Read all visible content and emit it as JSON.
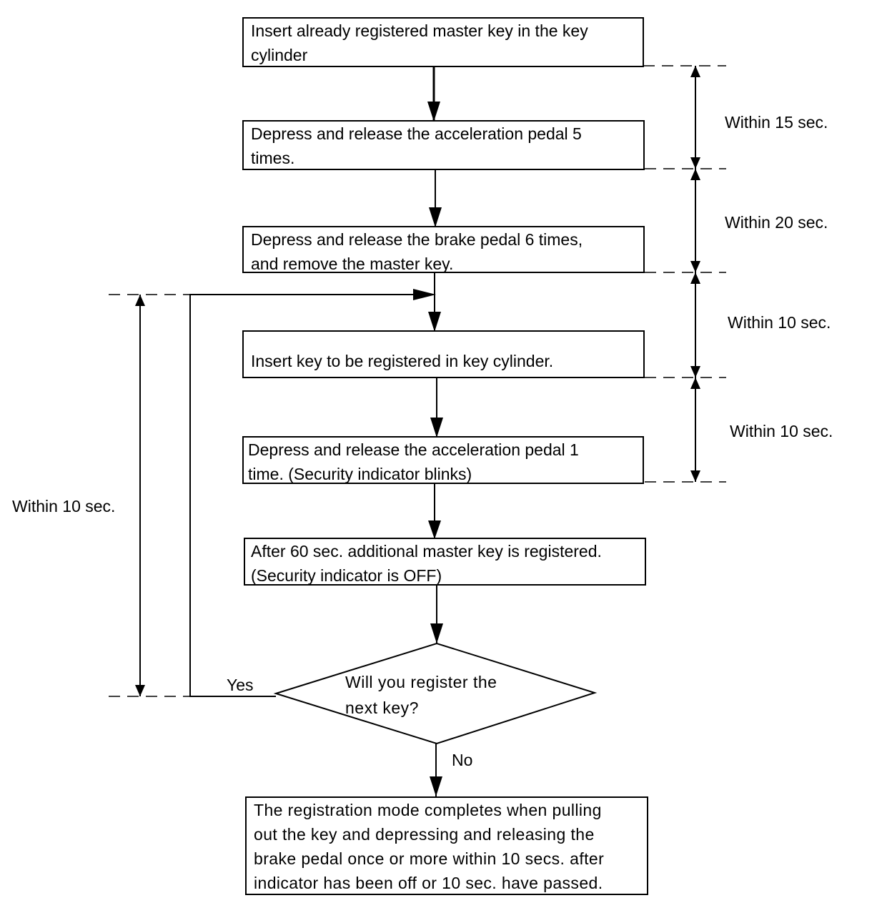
{
  "steps": [
    {
      "text": "Insert already registered master key in the key\ncylinder"
    },
    {
      "text": "Depress and release the acceleration pedal 5\ntimes."
    },
    {
      "text": "Depress and release the brake pedal 6 times,\nand remove the master key."
    },
    {
      "text": "Insert key to be registered in key cylinder."
    },
    {
      "text": "Depress and release the acceleration pedal 1\ntime. (Security indicator blinks)"
    },
    {
      "text": "After 60 sec. additional master key is registered.\n(Security indicator is OFF)"
    }
  ],
  "decision": {
    "text": "Will you register the\nnext key?",
    "yes": "Yes",
    "no": "No"
  },
  "final_step": {
    "text": "The registration mode completes when pulling\nout the key and depressing and releasing the\nbrake pedal once or more within 10 secs. after\nindicator has been off or 10 sec. have passed."
  },
  "timing": [
    {
      "label": "Within 15 sec."
    },
    {
      "label": "Within 20 sec."
    },
    {
      "label": "Within 10 sec."
    },
    {
      "label": "Within 10 sec."
    }
  ],
  "loop_timing": {
    "label": "Within 10 sec."
  }
}
